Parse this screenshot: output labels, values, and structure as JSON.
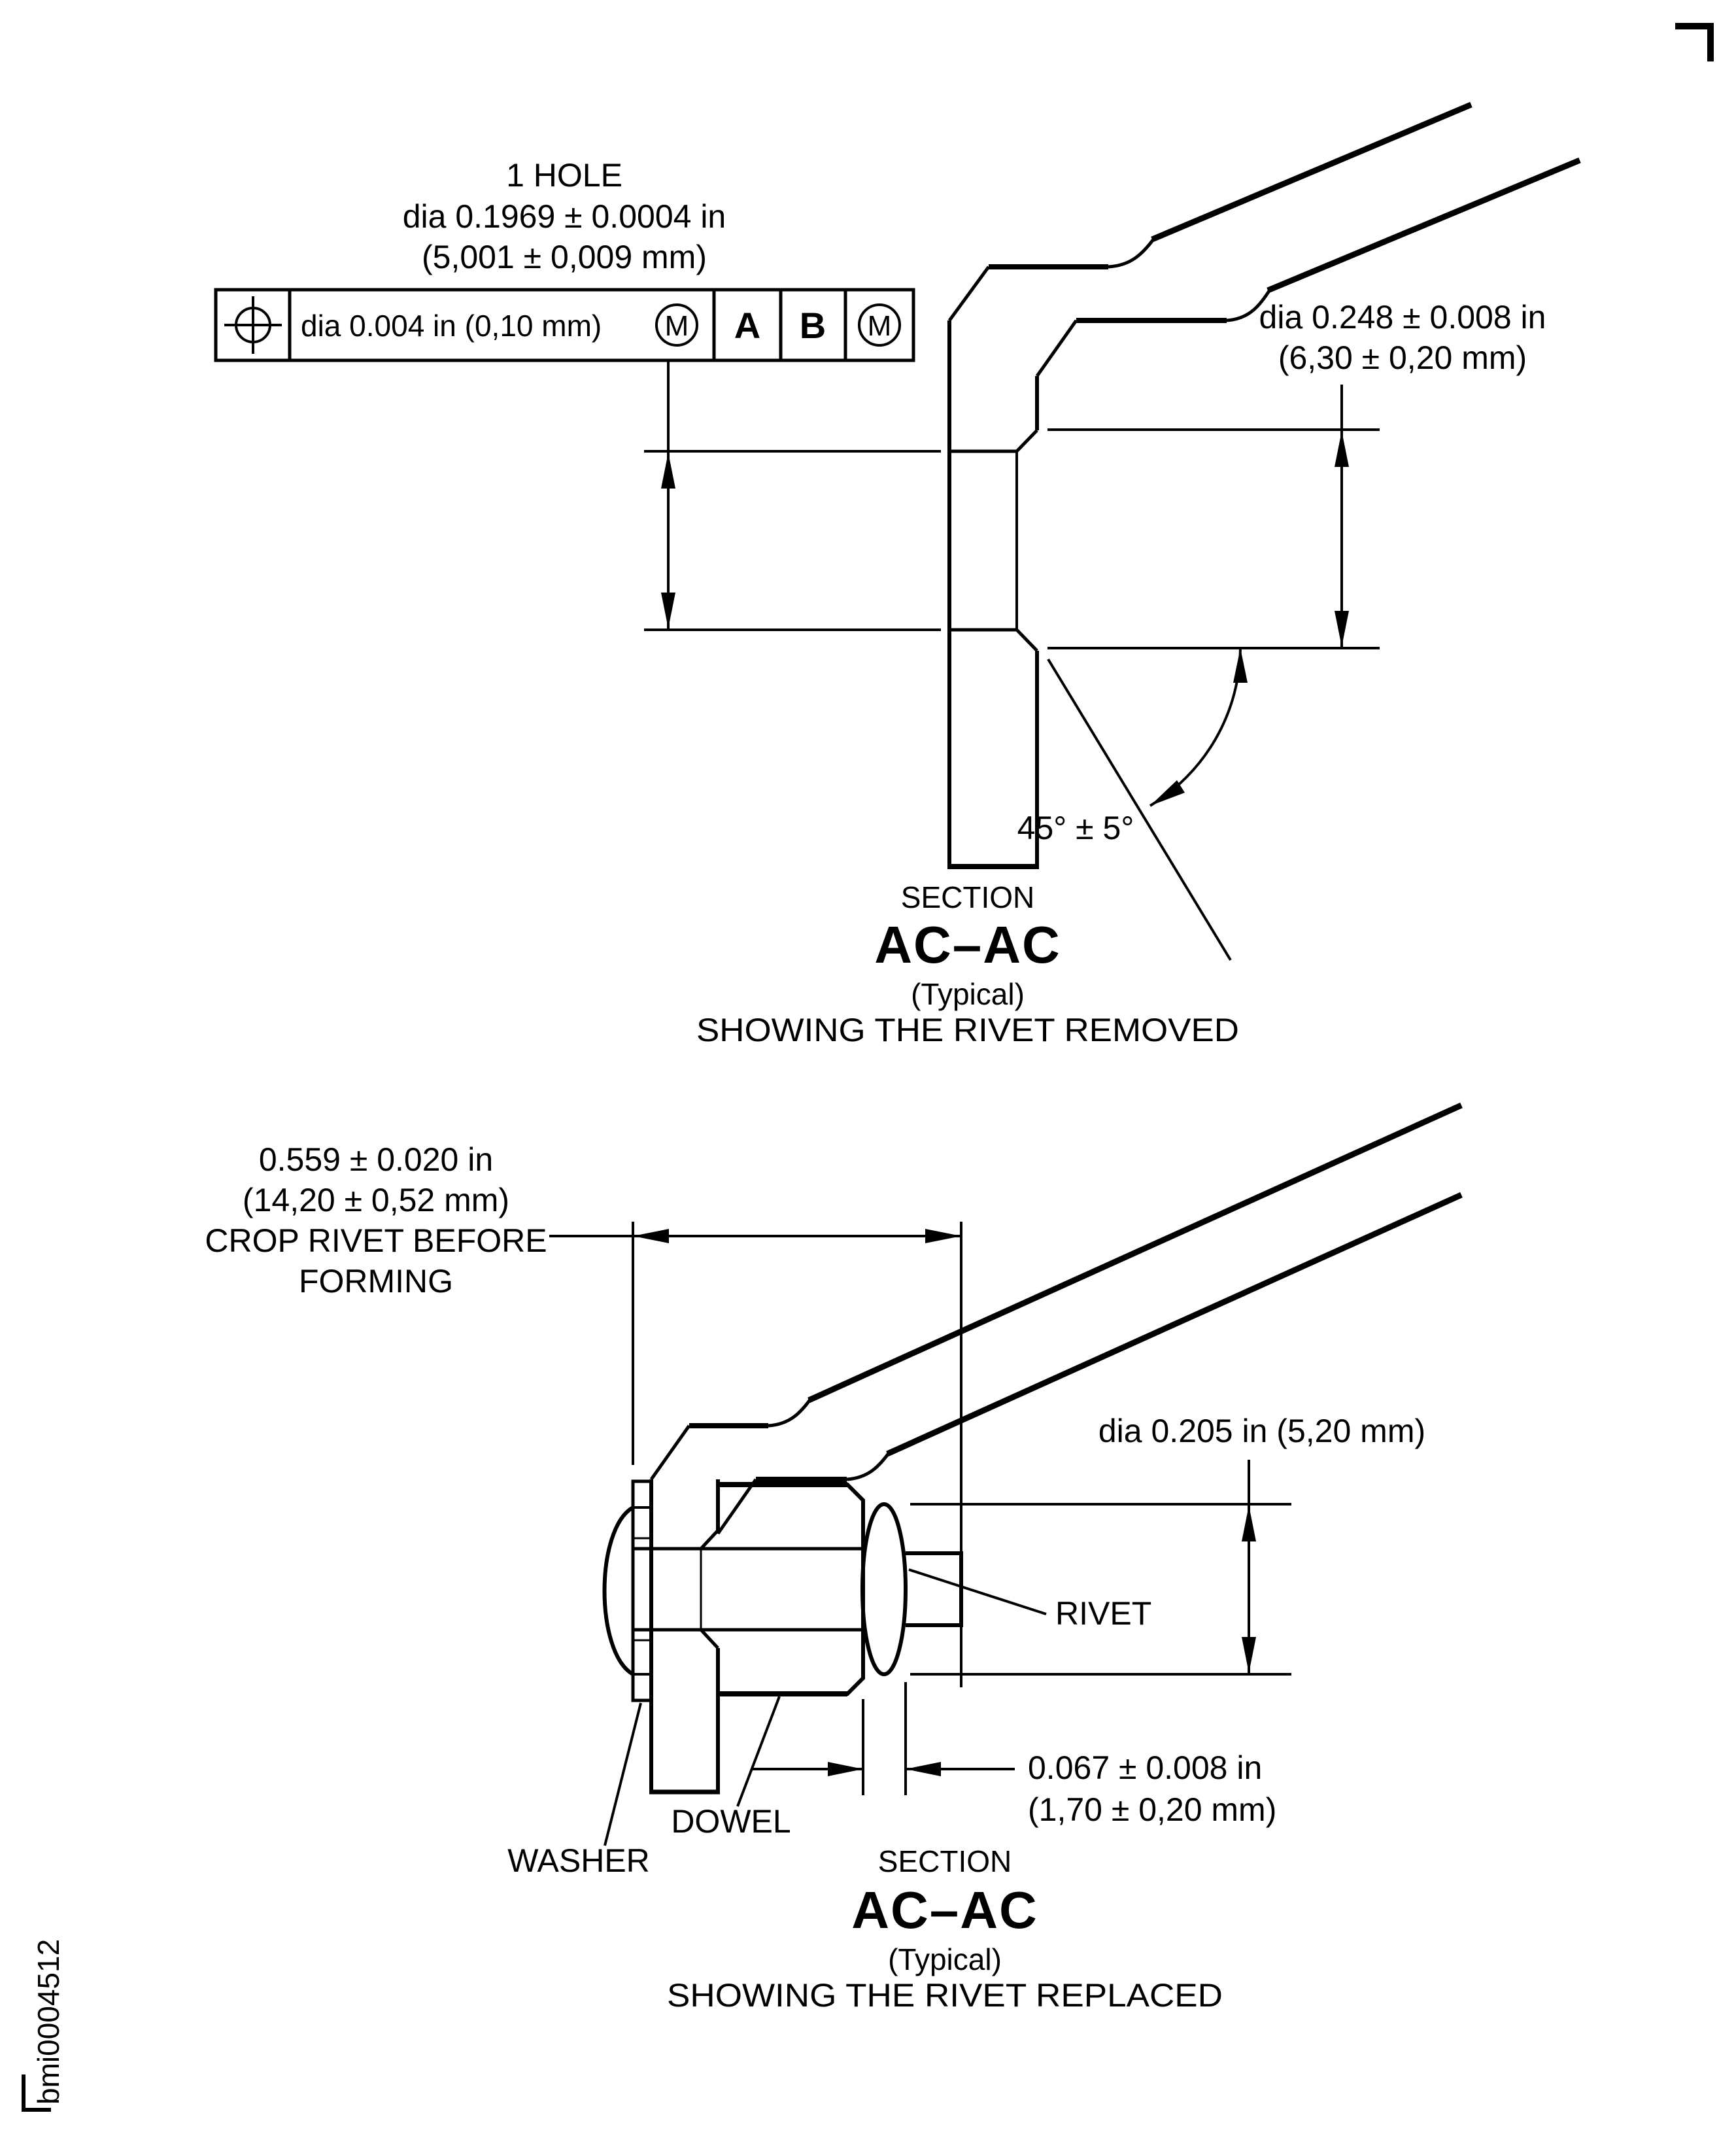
{
  "colors": {
    "ink": "#000000",
    "background": "#ffffff"
  },
  "figure_code": "bmi0004512",
  "top_view": {
    "hole_callout": {
      "line1": "1 HOLE",
      "line2": "dia 0.1969 ± 0.0004 in",
      "line3": "(5,001 ± 0,009 mm)"
    },
    "feature_control_frame": {
      "position_symbol": "position-tolerance",
      "tolerance": "dia 0.004 in (0,10 mm)",
      "tolerance_modifier": "M",
      "datum_a": "A",
      "datum_b": "B",
      "datum_modifier": "M"
    },
    "countersink_callout": {
      "line1": "dia 0.248 ± 0.008 in",
      "line2": "(6,30 ± 0,20 mm)"
    },
    "angle_callout": "45° ± 5°",
    "title": {
      "section_word": "SECTION",
      "section_name": "AC–AC",
      "typical": "(Typical)",
      "caption": "SHOWING THE RIVET REMOVED"
    }
  },
  "bottom_view": {
    "crop_callout": {
      "line1": "0.559 ± 0.020 in",
      "line2": "(14,20 ± 0,52 mm)",
      "line3": "CROP RIVET BEFORE",
      "line4": "FORMING"
    },
    "tail_dia_callout": "dia 0.205 in (5,20 mm)",
    "rivet_label": "RIVET",
    "protrusion_callout": {
      "line1": "0.067 ± 0.008 in",
      "line2": "(1,70 ± 0,20 mm)"
    },
    "washer_label": "WASHER",
    "dowel_label": "DOWEL",
    "title": {
      "section_word": "SECTION",
      "section_name": "AC–AC",
      "typical": "(Typical)",
      "caption": "SHOWING THE RIVET REPLACED"
    }
  }
}
